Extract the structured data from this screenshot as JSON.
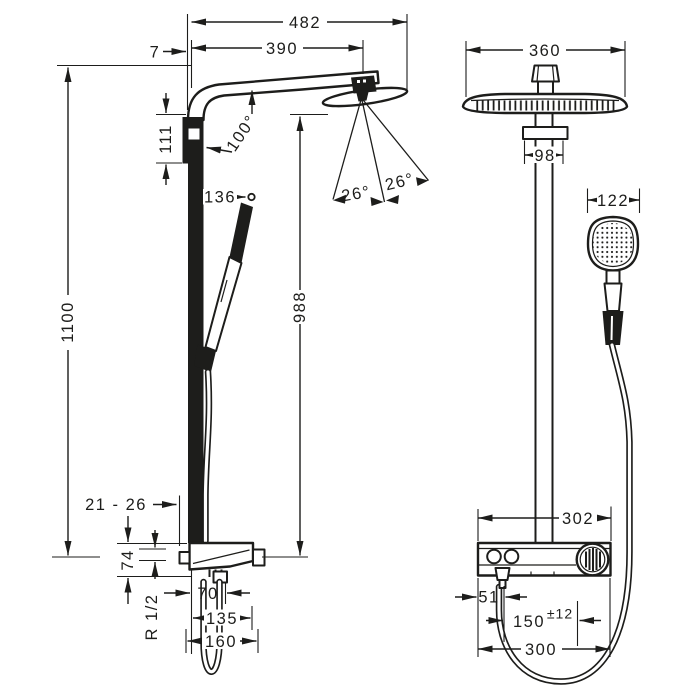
{
  "title": "Shower system technical dimension drawing",
  "colors": {
    "line": "#1d1d1b",
    "background": "#ffffff"
  },
  "views": {
    "side": {
      "label": "side view",
      "dims": {
        "overall_width": "482",
        "arm_projection": "390",
        "wall_offset": "7",
        "arm_angle": "100°",
        "head_to_bracket": "111",
        "handshower_pivot": "136",
        "spray_angle_left": "26°",
        "spray_angle_right": "26°",
        "head_height_above_valve": "988",
        "overall_height": "1100",
        "wall_clearance": "21 - 26",
        "valve_body_height": "74",
        "hose_outlet_offset": "70",
        "valve_depth": "135",
        "overall_depth": "160",
        "thread_size": "R 1/2"
      }
    },
    "front": {
      "label": "front view",
      "dims": {
        "head_width": "360",
        "ceiling_connector_width": "98",
        "handshower_width": "122",
        "valve_body_width": "302",
        "hose_outlet_inset": "51",
        "outlet_to_knob": "150",
        "outlet_to_knob_tolerance": "±12",
        "connection_span": "300"
      }
    }
  }
}
